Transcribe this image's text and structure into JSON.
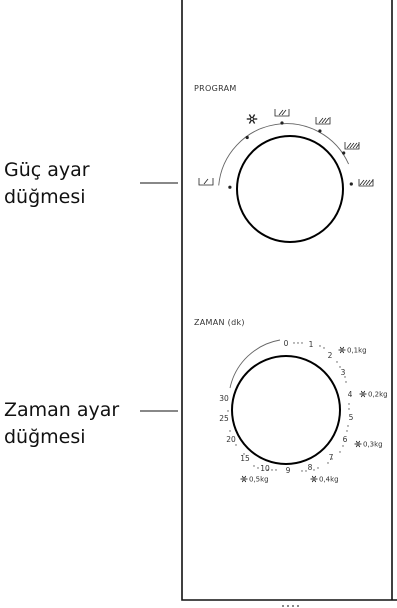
{
  "callouts": {
    "power": [
      "Güç ayar",
      "düğmesi"
    ],
    "timer": [
      "Zaman ayar",
      "düğmesi"
    ]
  },
  "program_panel": {
    "heading": "PROGRAM",
    "settings": [
      {
        "icon": "power-level-1-icon"
      },
      {
        "icon": "defrost-snowflake-icon"
      },
      {
        "icon": "power-level-2-icon"
      },
      {
        "icon": "power-level-3-icon"
      },
      {
        "icon": "power-level-4-icon"
      },
      {
        "icon": "power-level-5-icon"
      }
    ]
  },
  "timer_panel": {
    "heading": "ZAMAN (dk)",
    "scale_numbers": [
      "0",
      "1",
      "2",
      "3",
      "4",
      "5",
      "6",
      "7",
      "8",
      "9",
      "10",
      "15",
      "20",
      "25",
      "30"
    ],
    "defrost_weights": [
      "0,1kg",
      "0,2kg",
      "0,3kg",
      "0,4kg",
      "0,5kg"
    ]
  }
}
